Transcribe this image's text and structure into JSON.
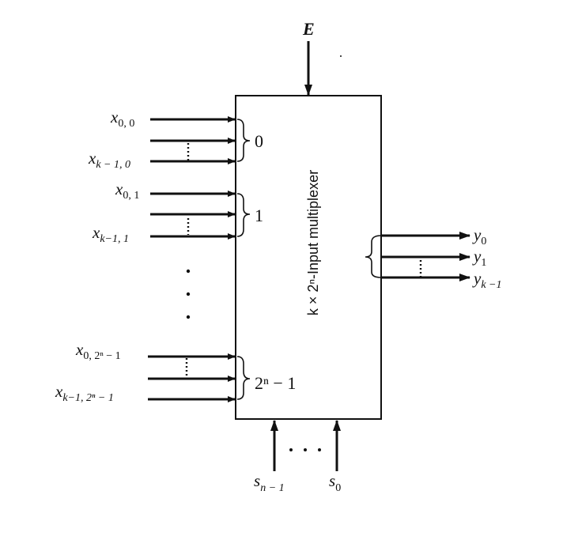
{
  "enable_label": "E",
  "block_title": "k × 2ⁿ-Input multiplexer",
  "groups": [
    {
      "index_label": "0",
      "first_input": {
        "var": "x",
        "sub": "0, 0"
      },
      "last_input": {
        "var": "x",
        "sub": "k − 1, 0"
      }
    },
    {
      "index_label": "1",
      "first_input": {
        "var": "x",
        "sub": "0, 1"
      },
      "last_input": {
        "var": "x",
        "sub": "k−1, 1"
      }
    },
    {
      "index_label": "2ⁿ − 1",
      "first_input": {
        "var": "x",
        "sub": "0, 2ⁿ − 1"
      },
      "last_input": {
        "var": "x",
        "sub": "k−1, 2ⁿ − 1"
      }
    }
  ],
  "outputs": [
    {
      "var": "y",
      "sub": "0"
    },
    {
      "var": "y",
      "sub": "1"
    },
    {
      "var": "y",
      "sub": "k −1"
    }
  ],
  "selects": [
    {
      "var": "s",
      "sub": "n − 1"
    },
    {
      "var": "s",
      "sub": "0"
    }
  ]
}
